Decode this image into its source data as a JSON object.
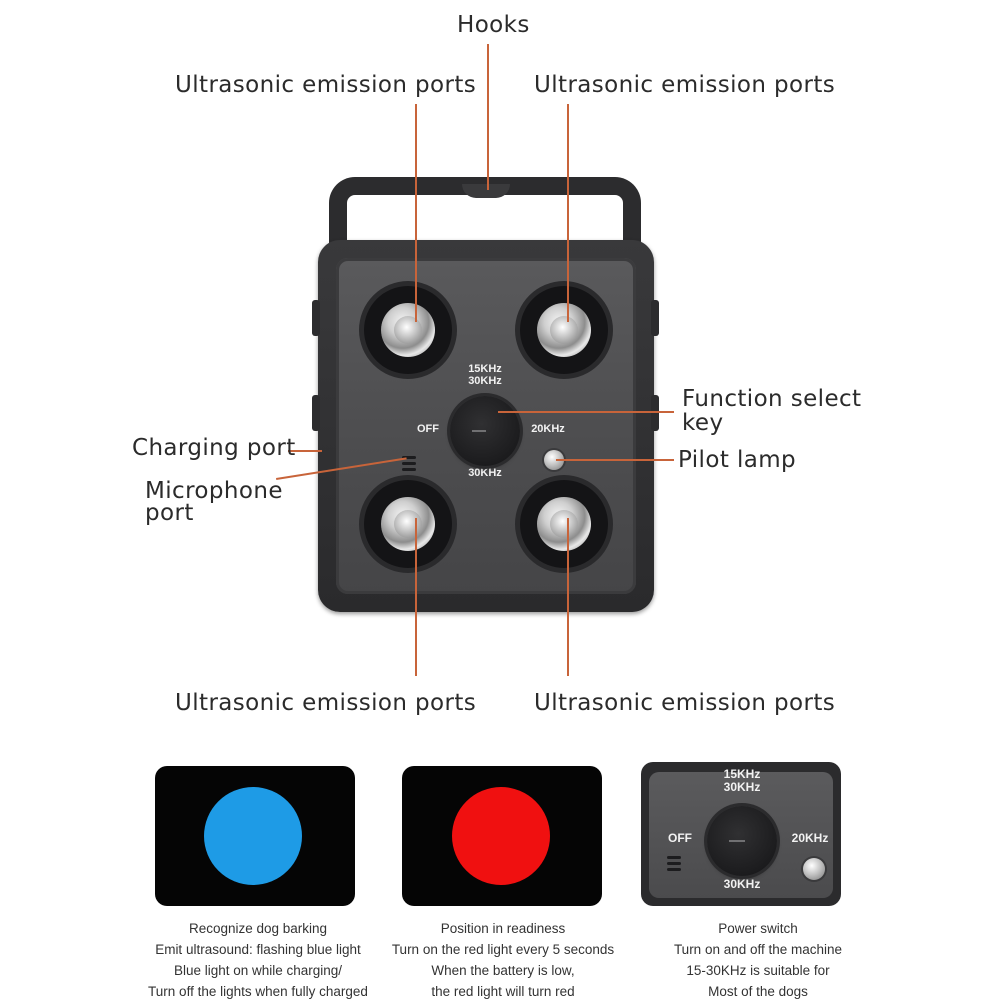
{
  "callouts": {
    "hooks": "Hooks",
    "port_top_left": "Ultrasonic emission ports",
    "port_top_right": "Ultrasonic emission ports",
    "port_bottom_left": "Ultrasonic emission ports",
    "port_bottom_right": "Ultrasonic emission ports",
    "function_key_line1": "Function select",
    "function_key_line2": "key",
    "charging_port": "Charging port",
    "microphone_line1": "Microphone",
    "microphone_line2": "port",
    "pilot_lamp": "Pilot lamp"
  },
  "device": {
    "label_15_30_line1": "15KHz",
    "label_15_30_line2": "30KHz",
    "label_off": "OFF",
    "label_20": "20KHz",
    "label_30": "30KHz"
  },
  "indicators": [
    {
      "color": "#1e9be6",
      "caption": [
        "Recognize dog barking",
        "Emit ultrasound: flashing blue light",
        "Blue light on while charging/",
        "Turn off the lights when fully charged"
      ]
    },
    {
      "color": "#f01010",
      "caption": [
        "Position in readiness",
        "Turn on the red light every 5 seconds",
        "When the battery is low,",
        "the red light will turn red"
      ]
    },
    {
      "caption": [
        "Power switch",
        "Turn on and off the machine",
        "15-30KHz is suitable for",
        "Most of the dogs"
      ]
    }
  ],
  "colors": {
    "leader_line": "#c8643a",
    "device_body": "#2c2c2e"
  }
}
